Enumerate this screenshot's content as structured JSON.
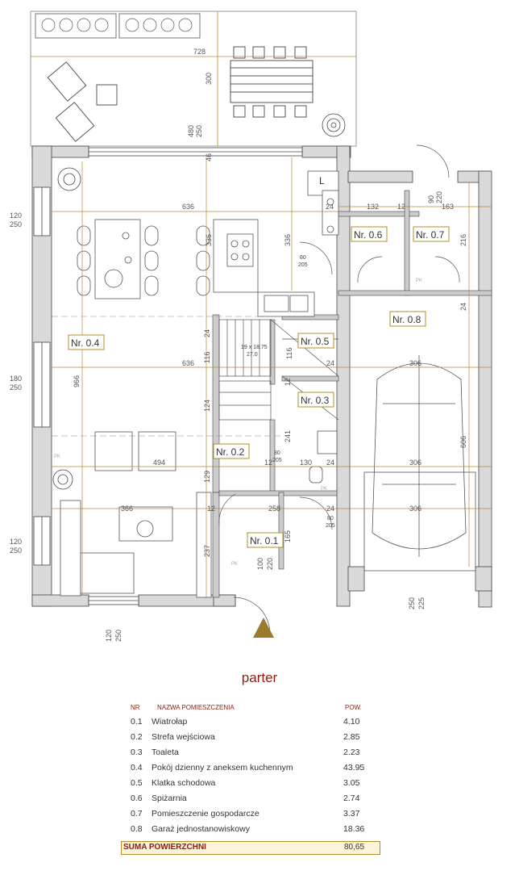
{
  "floor_title": "parter",
  "table": {
    "headers": {
      "nr": "NR",
      "name": "NAZWA POMIESZCZENIA",
      "area": "POW."
    },
    "rows": [
      {
        "nr": "0.1",
        "name": "Wiatrołap",
        "area": "4.10"
      },
      {
        "nr": "0.2",
        "name": "Strefa wejściowa",
        "area": "2.85"
      },
      {
        "nr": "0.3",
        "name": "Toaleta",
        "area": "2.23"
      },
      {
        "nr": "0.4",
        "name": "Pokój dzienny z aneksem kuchennym",
        "area": "43.95"
      },
      {
        "nr": "0.5",
        "name": "Klatka schodowa",
        "area": "3.05"
      },
      {
        "nr": "0.6",
        "name": "Spiżarnia",
        "area": "2.74"
      },
      {
        "nr": "0.7",
        "name": "Pomieszczenie gospodarcze",
        "area": "3.37"
      },
      {
        "nr": "0.8",
        "name": "Garaż jednostanowiskowy",
        "area": "18.36"
      }
    ],
    "sum": {
      "label": "SUMA POWIERZCHNI",
      "area": "80,65"
    }
  },
  "rooms": {
    "r01": "Nr. 0.1",
    "r02": "Nr. 0.2",
    "r03": "Nr. 0.3",
    "r04": "Nr. 0.4",
    "r05": "Nr. 0.5",
    "r06": "Nr. 0.6",
    "r07": "Nr. 0.7",
    "r08": "Nr. 0.8"
  },
  "dims": {
    "terrace_width": "728",
    "terrace_depth": "300",
    "wall_46": "46",
    "living_636_top": "636",
    "kitchen_336a": "336",
    "kitchen_336b": "336",
    "w132": "132",
    "w12a": "12",
    "w163": "163",
    "w24a": "24",
    "h216": "216",
    "h24b": "24",
    "h24c": "24",
    "h116a": "116",
    "h116b": "116",
    "h124": "124",
    "living_636_mid": "636",
    "w24d": "24",
    "garage_306a": "306",
    "h966": "966",
    "h241": "241",
    "h12b": "12",
    "w12c": "12",
    "w130": "130",
    "w24e": "24",
    "w494": "494",
    "garage_306b": "306",
    "garage_606": "606",
    "h129": "129",
    "w366": "366",
    "w12d": "12",
    "w258": "258",
    "w24f": "24",
    "garage_306c": "306",
    "h237": "237",
    "h165": "165",
    "stair_spec": "19 x 18.75",
    "stair_sub": "27.0",
    "door_80_205": "80",
    "door_205": "205",
    "window_120": "120",
    "window_250": "250",
    "window_180": "180",
    "window_480": "480",
    "door_90": "90",
    "door_220": "220",
    "door_100": "100",
    "garage_door_250": "250",
    "garage_door_225": "225",
    "pk": "PK",
    "fridge": "L"
  }
}
